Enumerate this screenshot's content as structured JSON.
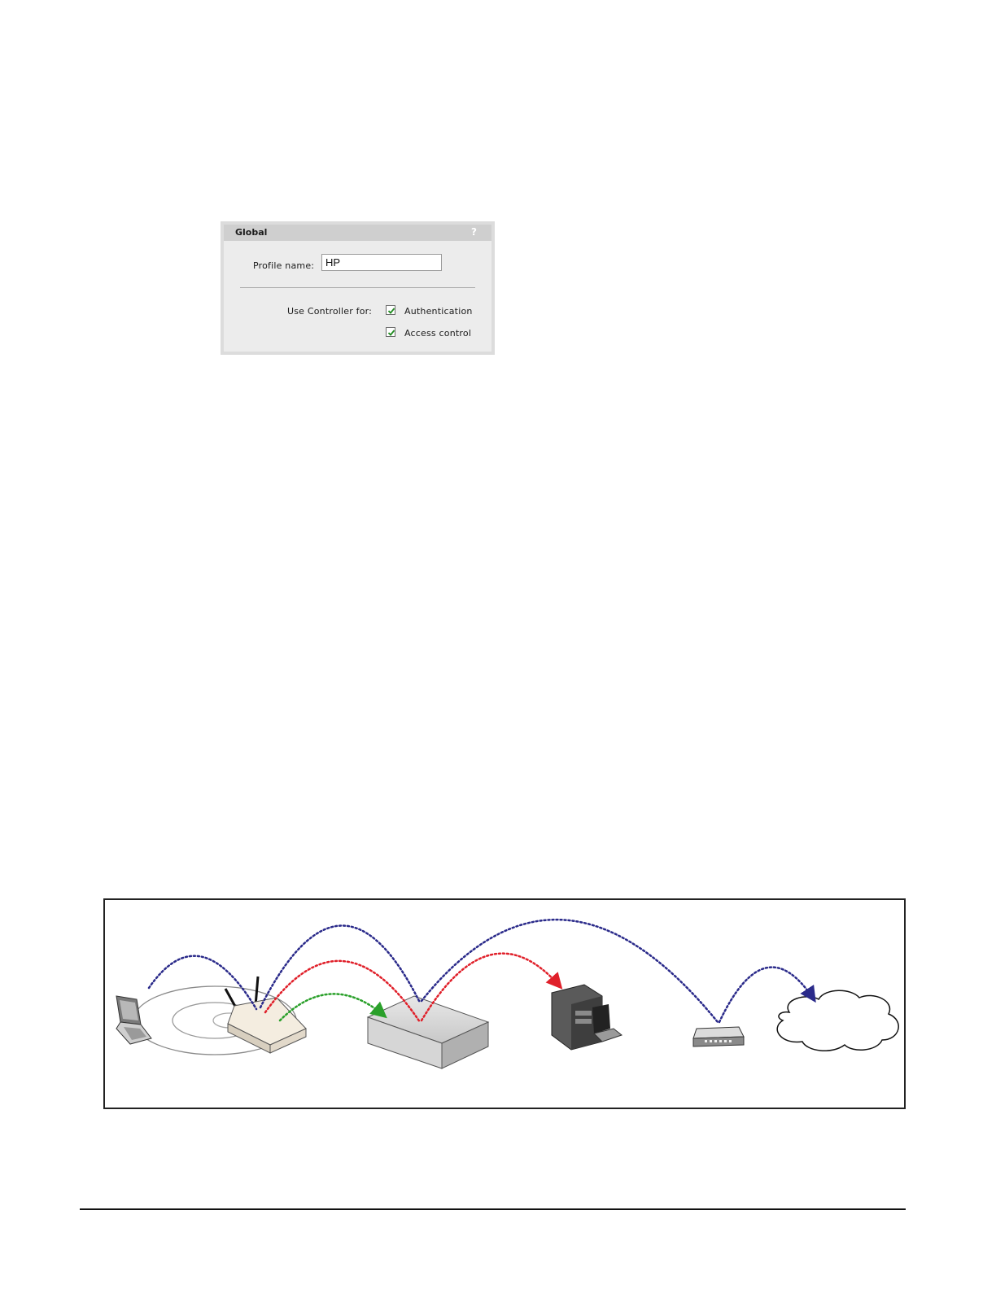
{
  "panel": {
    "title": "Global",
    "help_icon": "?",
    "profile_name_label": "Profile name:",
    "profile_name_value": "HP",
    "use_controller_label": "Use  Controller for:",
    "options": [
      {
        "label": "Authentication",
        "checked": true
      },
      {
        "label": "Access control",
        "checked": true
      }
    ]
  },
  "diagram": {
    "icons": [
      "laptop-icon",
      "access-point-icon",
      "controller-icon",
      "server-icon",
      "router-icon",
      "cloud-icon"
    ],
    "colors": {
      "blue_path": "#2a2a8a",
      "red_path": "#e0202a",
      "green_path": "#2aa02a"
    }
  }
}
